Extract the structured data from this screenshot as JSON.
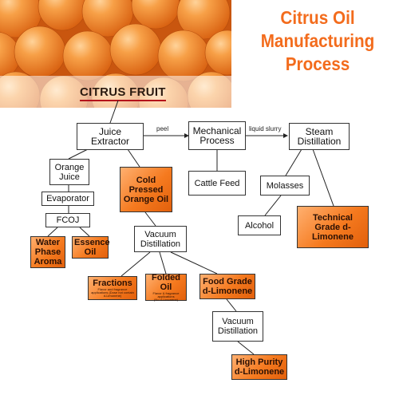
{
  "title": [
    "Citrus Oil",
    "Manufacturing",
    "Process"
  ],
  "photo_label": "CITRUS FRUIT",
  "edge_labels": {
    "peel": "peel",
    "liquid_slurry": "liquid slurry"
  },
  "nodes": {
    "juice_extractor": "Juice Extractor",
    "mechanical_process": "Mechanical Process",
    "steam_distillation": "Steam Distillation",
    "orange_juice": "Orange Juice",
    "cold_pressed": "Cold Pressed Orange Oil",
    "cattle_feed": "Cattle Feed",
    "molasses": "Molasses",
    "evaporator": "Evaporator",
    "fcoj": "FCOJ",
    "alcohol": "Alcohol",
    "technical_grade": "Technical Grade d-Limonene",
    "water_phase": "Water Phase Aroma",
    "essence_oil": "Essence Oil",
    "vacuum_distillation_1": "Vacuum Distillation",
    "fractions": "Fractions",
    "fractions_note": "Flavor and fragrance applications (Dose not contain d-Limonene)",
    "folded_oil": "Folded Oil",
    "folded_note": "Flavor & fragrance applications",
    "folded_note2": "(No d-Limonene)",
    "food_grade": "Food Grade d-Limonene",
    "vacuum_distillation_2": "Vacuum Distillation",
    "high_purity": "High Purity d-Limonene"
  },
  "colors": {
    "title": "#f36c1d",
    "box_orange": "#f57a1f",
    "underline": "#b5121b"
  }
}
